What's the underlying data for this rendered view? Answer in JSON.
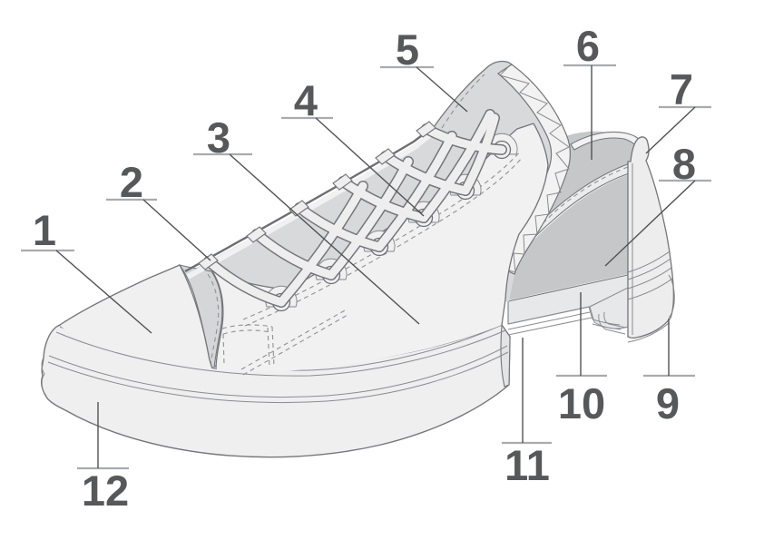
{
  "figure": {
    "kind": "sneaker-parts-cutaway-diagram",
    "background": "#ffffff"
  },
  "colors": {
    "label_text": "#57585a",
    "leader_line": "#515254",
    "underline": "#a9abae",
    "outline": "#75767a",
    "panel_light": "#f0f0f1",
    "panel_shade": "#d8d9db",
    "lining_dark": "#c6c7c9",
    "insole": "#e7e8ea"
  },
  "callouts": [
    {
      "number": "1"
    },
    {
      "number": "2"
    },
    {
      "number": "3"
    },
    {
      "number": "4"
    },
    {
      "number": "5"
    },
    {
      "number": "6"
    },
    {
      "number": "7"
    },
    {
      "number": "8"
    },
    {
      "number": "9"
    },
    {
      "number": "10"
    },
    {
      "number": "11"
    },
    {
      "number": "12"
    }
  ]
}
